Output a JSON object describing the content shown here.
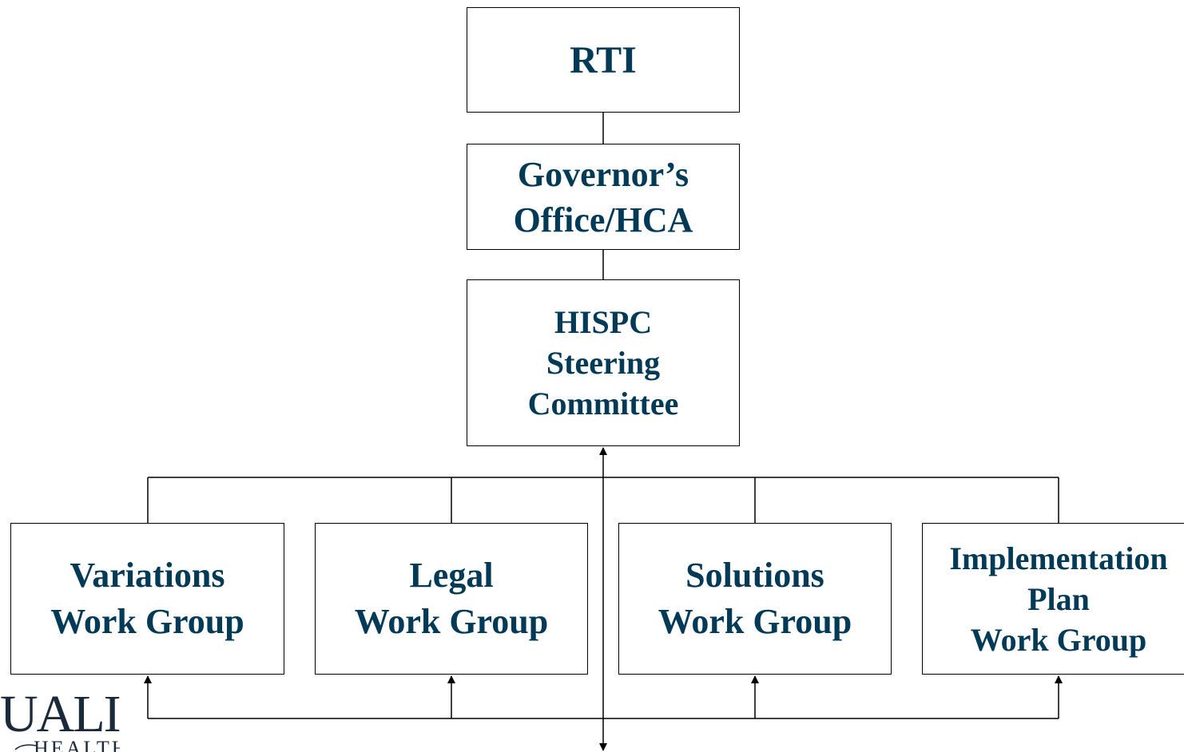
{
  "nodes": {
    "rti": {
      "lines": [
        "RTI"
      ]
    },
    "governors_office": {
      "lines": [
        "Governor’s",
        "Office/HCA"
      ]
    },
    "hispc": {
      "lines": [
        "HISPC",
        "Steering",
        "Committee"
      ]
    },
    "variations": {
      "lines": [
        "Variations",
        "Work Group"
      ]
    },
    "legal": {
      "lines": [
        "Legal",
        "Work Group"
      ]
    },
    "solutions": {
      "lines": [
        "Solutions",
        "Work Group"
      ]
    },
    "implementation": {
      "lines": [
        "Implementation",
        "Plan",
        "Work Group"
      ]
    }
  },
  "logo": {
    "main_text": "UALIS",
    "sub_text": "HEALTH"
  },
  "colors": {
    "node_text": "#003a57",
    "border": "#000000",
    "background": "#ffffff"
  }
}
